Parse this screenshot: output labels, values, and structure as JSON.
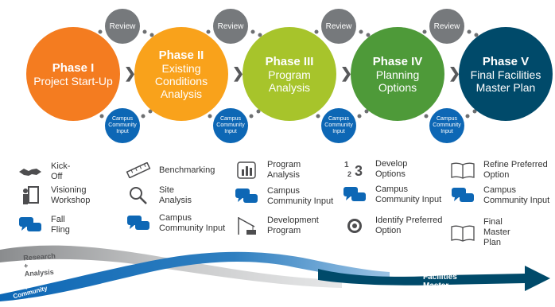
{
  "phases": [
    {
      "num": "Phase I",
      "name": "Project Start-Up",
      "color": "#f47c20"
    },
    {
      "num": "Phase II",
      "name": "Existing Conditions Analysis",
      "color": "#f9a21b"
    },
    {
      "num": "Phase III",
      "name": "Program Analysis",
      "color": "#a7c42b"
    },
    {
      "num": "Phase IV",
      "name": "Planning Options",
      "color": "#4e9a39"
    },
    {
      "num": "Phase V",
      "name": "Final Facilities Master Plan",
      "color": "#004a6a"
    }
  ],
  "review_label": "Review",
  "cci_label": "Campus Community Input",
  "columns": [
    {
      "items": [
        {
          "icon": "handshake-icon",
          "label": "Kick-Off"
        },
        {
          "icon": "presenter-icon",
          "label": "Visioning Workshop"
        },
        {
          "icon": "chat-bubbles-icon",
          "label": "Fall Fling"
        }
      ]
    },
    {
      "items": [
        {
          "icon": "ruler-icon",
          "label": "Benchmarking"
        },
        {
          "icon": "magnifier-icon",
          "label": "Site Analysis"
        },
        {
          "icon": "chat-bubbles-icon",
          "label": "Campus Community Input"
        }
      ]
    },
    {
      "items": [
        {
          "icon": "bar-chart-icon",
          "label": "Program Analysis"
        },
        {
          "icon": "chat-bubbles-icon",
          "label": "Campus Community Input"
        },
        {
          "icon": "crane-icon",
          "label": "Development Program"
        }
      ]
    },
    {
      "items": [
        {
          "icon": "numbers-icon",
          "label": "Develop Options",
          "glyph": "1 2 3"
        },
        {
          "icon": "chat-bubbles-icon",
          "label": "Campus Community Input"
        },
        {
          "icon": "target-icon",
          "label": "Identify Preferred Option"
        }
      ]
    },
    {
      "items": [
        {
          "icon": "open-book-icon",
          "label": "Refine Preferred Option"
        },
        {
          "icon": "chat-bubbles-icon",
          "label": "Campus Community Input"
        },
        {
          "icon": "open-book-icon",
          "label": "Final Master Plan"
        }
      ]
    }
  ],
  "bands": {
    "research": "Research + Analysis",
    "input": "Campus Community Input",
    "plan": "Facilities Master Plan"
  }
}
